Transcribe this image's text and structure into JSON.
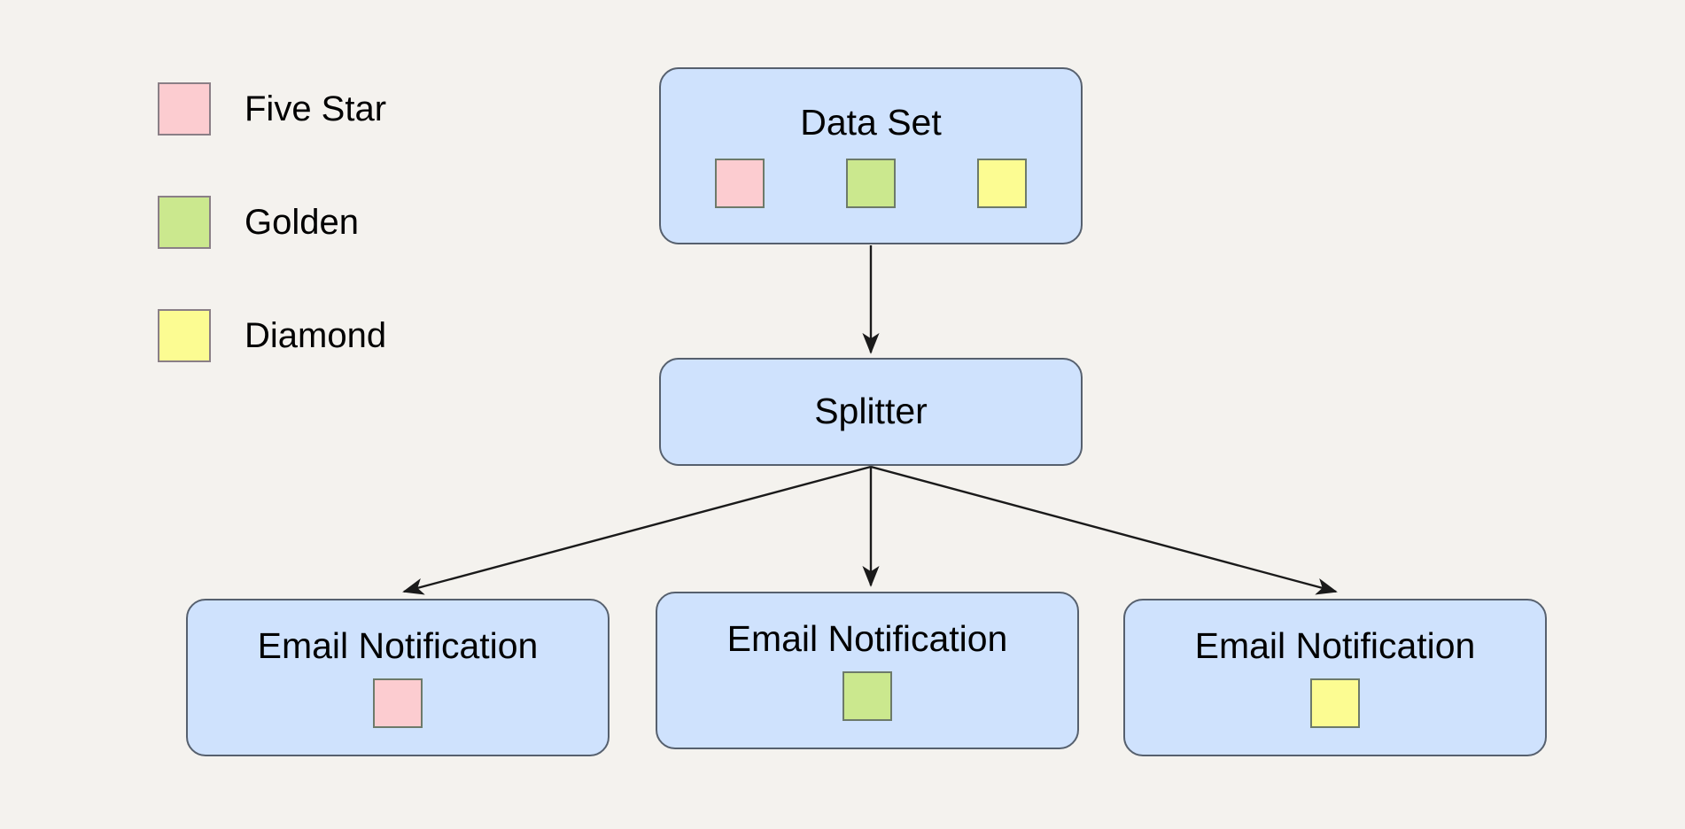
{
  "diagram": {
    "background_color": "#f4f2ee",
    "node_fill": "#cfe2fd",
    "node_border": "#56606e",
    "edge_color": "#1a1a1a"
  },
  "legend": {
    "items": [
      {
        "label": "Five Star",
        "color": "#fcccd0",
        "swatch_name": "five-star"
      },
      {
        "label": "Golden",
        "color": "#cbe88e",
        "swatch_name": "golden"
      },
      {
        "label": "Diamond",
        "color": "#fcfc92",
        "swatch_name": "diamond"
      }
    ]
  },
  "nodes": {
    "dataset": {
      "title": "Data Set",
      "chips": [
        {
          "color": "#fcccd0",
          "label": "Five Star"
        },
        {
          "color": "#cbe88e",
          "label": "Golden"
        },
        {
          "color": "#fcfc92",
          "label": "Diamond"
        }
      ]
    },
    "splitter": {
      "title": "Splitter"
    },
    "email_1": {
      "title": "Email Notification",
      "chip": {
        "color": "#fcccd0",
        "label": "Five Star"
      }
    },
    "email_2": {
      "title": "Email Notification",
      "chip": {
        "color": "#cbe88e",
        "label": "Golden"
      }
    },
    "email_3": {
      "title": "Email Notification",
      "chip": {
        "color": "#fcfc92",
        "label": "Diamond"
      }
    }
  },
  "edges": [
    {
      "from": "dataset",
      "to": "splitter"
    },
    {
      "from": "splitter",
      "to": "email_1"
    },
    {
      "from": "splitter",
      "to": "email_2"
    },
    {
      "from": "splitter",
      "to": "email_3"
    }
  ]
}
